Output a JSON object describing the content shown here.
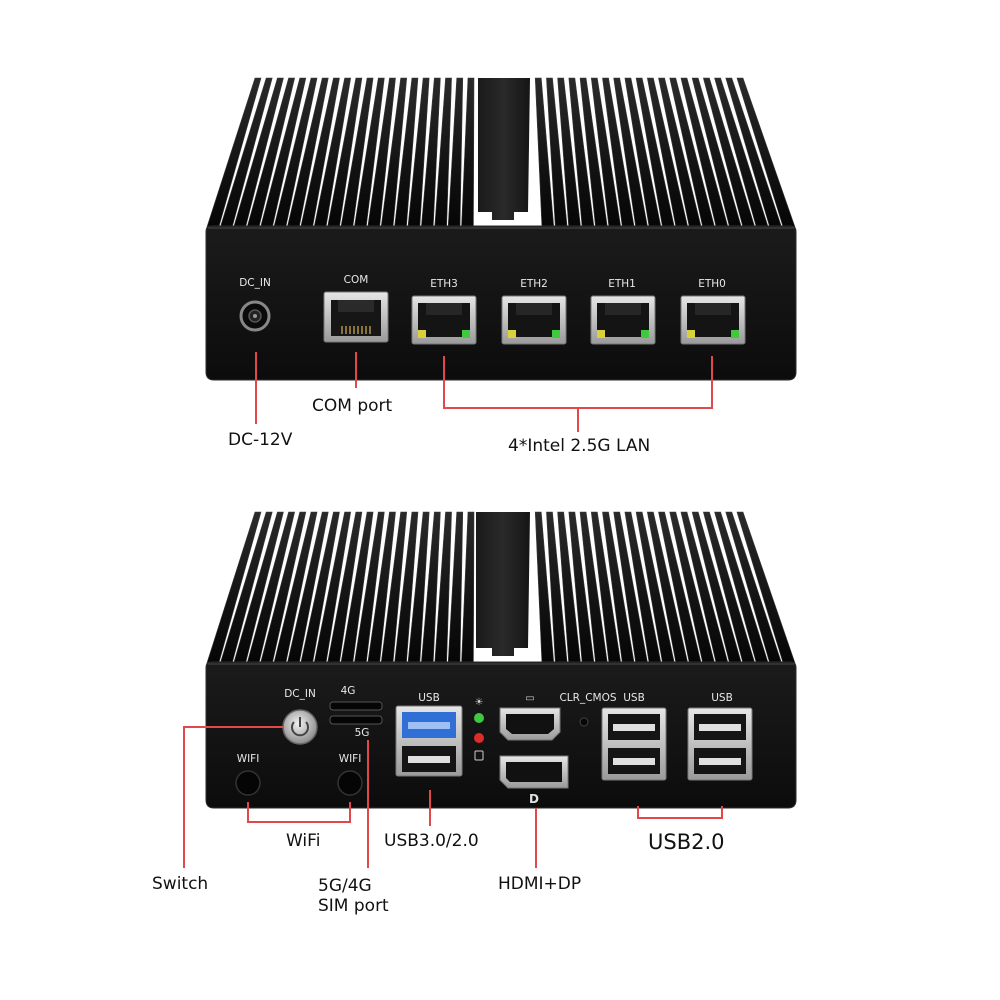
{
  "top_unit": {
    "port_labels": {
      "dc_in": "DC_IN",
      "com": "COM",
      "eth3": "ETH3",
      "eth2": "ETH2",
      "eth1": "ETH1",
      "eth0": "ETH0"
    },
    "callouts": {
      "com_port": "COM  port",
      "dc": "DC-12V",
      "lan": "4*Intel 2.5G LAN"
    }
  },
  "bottom_unit": {
    "port_labels": {
      "dc_in": "DC_IN",
      "sim_4g": "4G",
      "sim_5g": "5G",
      "usb_left": "USB",
      "clr_cmos": "CLR_CMOS",
      "usb_mid": "USB",
      "usb_right": "USB",
      "wifi_left": "WIFI",
      "wifi_right": "WIFI"
    },
    "callouts": {
      "wifi": "WiFi",
      "usb3": "USB3.0/2.0",
      "usb2": "USB2.0",
      "switch": "Switch",
      "sim_line1": "5G/4G",
      "sim_line2": "SIM port",
      "hdmi_dp": "HDMI+DP"
    }
  },
  "colors": {
    "callout_line": "#e0484a",
    "body": "#151515",
    "usb3_blue": "#2f6fd6",
    "led_green": "#3ec93e",
    "led_red": "#e02b2b"
  }
}
